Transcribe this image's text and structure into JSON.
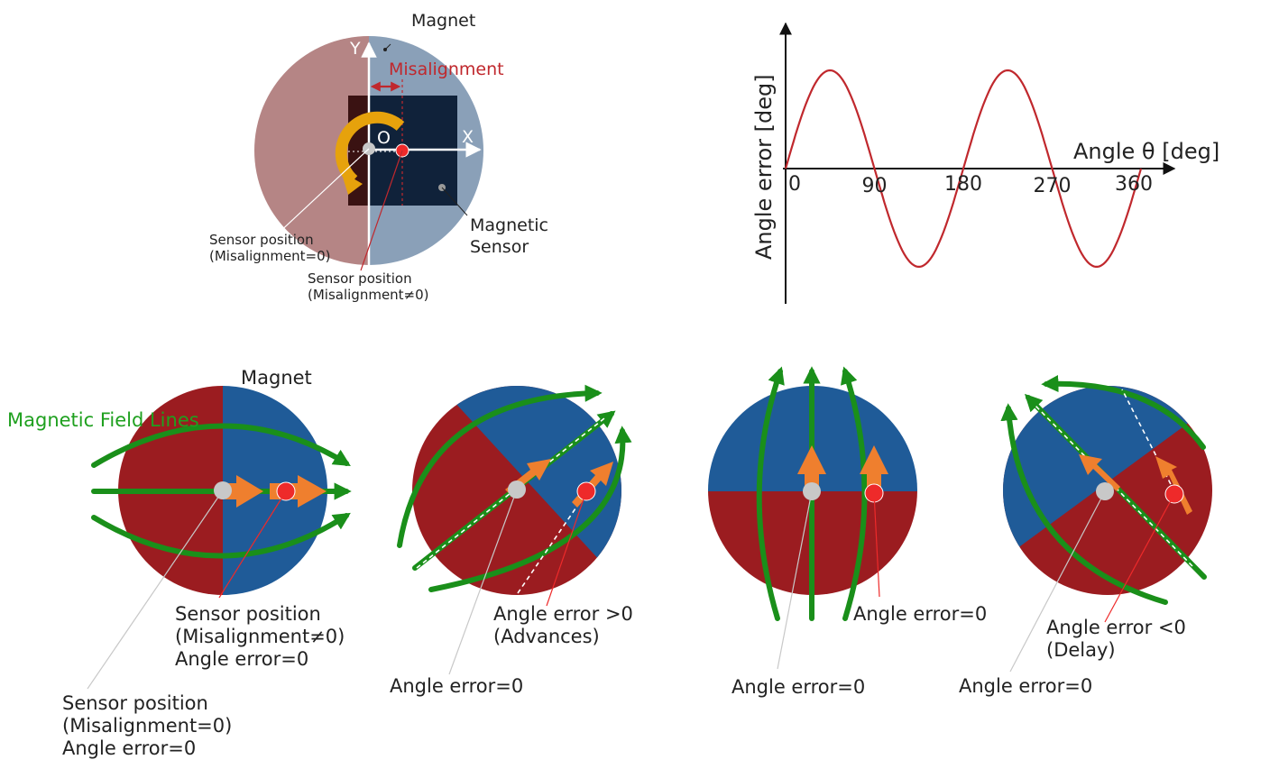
{
  "top_diagram": {
    "magnet_label": "Magnet",
    "y_label": "Y",
    "x_label": "X",
    "origin_label": "O",
    "misalignment_label": "Misalignment",
    "sensor_label_line1": "Magnetic",
    "sensor_label_line2": "Sensor",
    "pos_zero_line1": "Sensor position",
    "pos_zero_line2": "(Misalignment=0)",
    "pos_nonzero_line1": "Sensor position",
    "pos_nonzero_line2": "(Misalignment≠0)"
  },
  "chart_data": {
    "type": "line",
    "x_ticks": [
      "0",
      "90",
      "180",
      "270",
      "360"
    ],
    "xlabel": "Angle θ [deg]",
    "ylabel": "Angle error [deg]",
    "series": [
      {
        "x": [
          0,
          22.5,
          45,
          67.5,
          90,
          112.5,
          135,
          157.5,
          180,
          202.5,
          225,
          247.5,
          270,
          292.5,
          315,
          337.5,
          360
        ],
        "y": [
          0,
          0.71,
          1,
          0.71,
          0,
          -0.71,
          -1,
          -0.71,
          0,
          0.71,
          1,
          0.71,
          0,
          -0.71,
          -1,
          -0.71,
          0
        ]
      }
    ],
    "line_color": "#c0282d"
  },
  "bottom": {
    "magnet_label": "Magnet",
    "field_lines_label": "Magnetic Field Lines",
    "panel1": {
      "pos_nonzero": [
        "Sensor position",
        "(Misalignment≠0)",
        "Angle error=0"
      ],
      "pos_zero": [
        "Sensor position",
        "(Misalignment=0)",
        "Angle error=0"
      ]
    },
    "panel2": {
      "red_label": [
        "Angle error >0",
        "(Advances)"
      ],
      "gray_label": "Angle error=0"
    },
    "panel3": {
      "red_label": "Angle error=0",
      "gray_label": "Angle error=0"
    },
    "panel4": {
      "red_label": [
        "Angle error <0",
        "(Delay)"
      ],
      "gray_label": "Angle error=0"
    }
  },
  "colors": {
    "red_pole": "#9b1c20",
    "blue_pole": "#1f5b98",
    "field_green": "#1a8f1a",
    "arrow_orange": "#ef7f2e",
    "sensor_red": "#ee2a2a",
    "sensor_gray": "#c8c8c8",
    "label_red": "#c0282d",
    "label_green": "#1fa01f"
  }
}
